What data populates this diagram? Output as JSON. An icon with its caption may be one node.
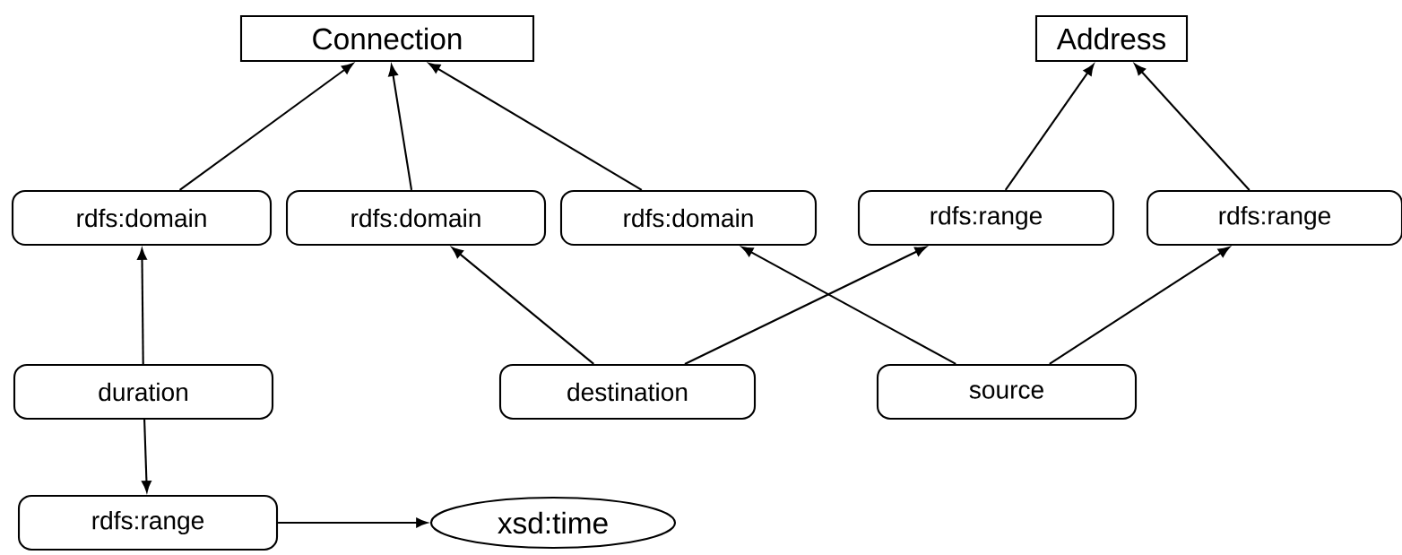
{
  "diagram": {
    "nodes": [
      {
        "text": [
          "Connection"
        ]
      },
      {
        "text": [
          "Address"
        ]
      },
      {
        "text": [
          "rdfs:domain"
        ]
      },
      {
        "text": [
          "rdfs:domain"
        ]
      },
      {
        "text": [
          "rdfs:domain"
        ]
      },
      {
        "text": [
          "rdfs:range"
        ]
      },
      {
        "text": [
          "rdfs:range"
        ]
      },
      {
        "text": [
          "duration"
        ]
      },
      {
        "text": [
          "destination"
        ]
      },
      {
        "text": [
          "source"
        ]
      },
      {
        "text": [
          "rdfs:range"
        ]
      },
      {
        "text": [
          "xsd:time"
        ]
      }
    ],
    "edges": [
      {
        "from": 2,
        "to": 0,
        "arrow": "to"
      },
      {
        "from": 3,
        "to": 0,
        "arrow": "to"
      },
      {
        "from": 4,
        "to": 0,
        "arrow": "to"
      },
      {
        "from": 5,
        "to": 1,
        "arrow": "to"
      },
      {
        "from": 6,
        "to": 1,
        "arrow": "to"
      },
      {
        "from": 7,
        "to": 2,
        "arrow": "to"
      },
      {
        "from": 8,
        "to": 3,
        "arrow": "to"
      },
      {
        "from": 8,
        "to": 5,
        "arrow": "to"
      },
      {
        "from": 9,
        "to": 4,
        "arrow": "to"
      },
      {
        "from": 9,
        "to": 6,
        "arrow": "to"
      },
      {
        "from": 7,
        "to": 10,
        "arrow": "to"
      },
      {
        "from": 10,
        "to": 11,
        "arrow": "to"
      }
    ]
  }
}
